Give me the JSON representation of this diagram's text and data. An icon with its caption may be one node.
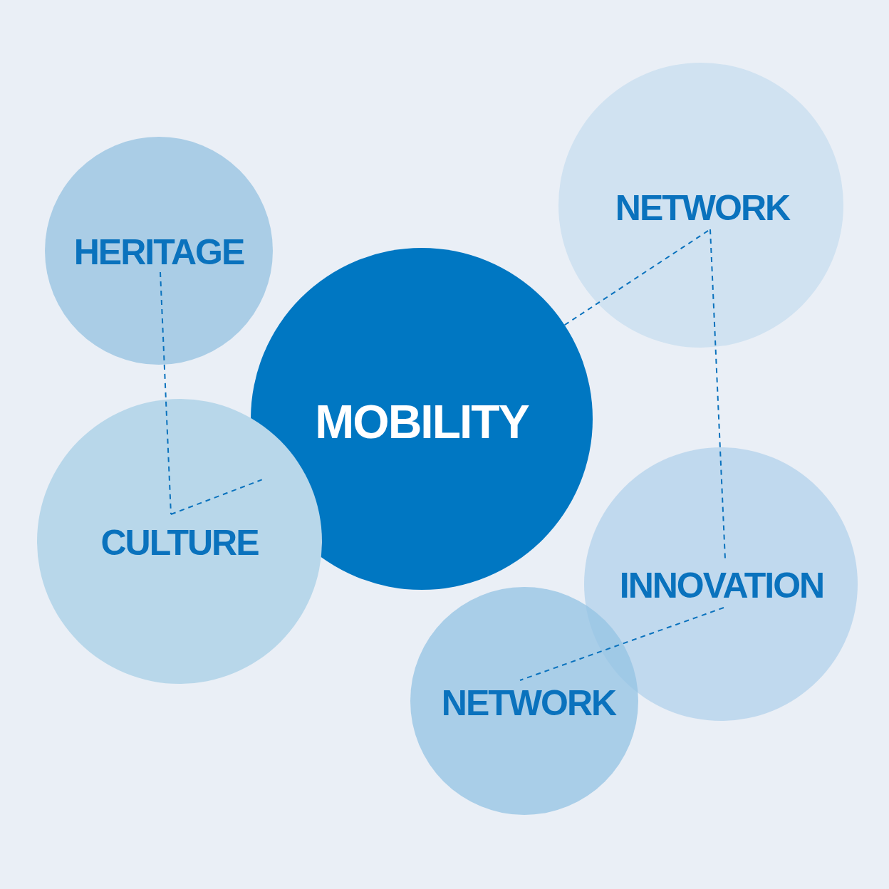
{
  "diagram": {
    "nodes": [
      {
        "text": [
          "HERITAGE"
        ]
      },
      {
        "text": [
          "NETWORK"
        ]
      },
      {
        "text": [
          "MOBILITY"
        ]
      },
      {
        "text": [
          "CULTURE"
        ]
      },
      {
        "text": [
          "INNOVATION"
        ]
      },
      {
        "text": [
          "NETWORK"
        ]
      }
    ],
    "edges": [
      {
        "from": 0,
        "to": 3,
        "arrow": "none",
        "style": "dashed"
      },
      {
        "from": 3,
        "to": 2,
        "arrow": "none",
        "style": "dashed"
      },
      {
        "from": 2,
        "to": 1,
        "arrow": "none",
        "style": "dashed"
      },
      {
        "from": 1,
        "to": 4,
        "arrow": "none",
        "style": "dashed"
      },
      {
        "from": 4,
        "to": 5,
        "arrow": "none",
        "style": "dashed"
      }
    ]
  }
}
